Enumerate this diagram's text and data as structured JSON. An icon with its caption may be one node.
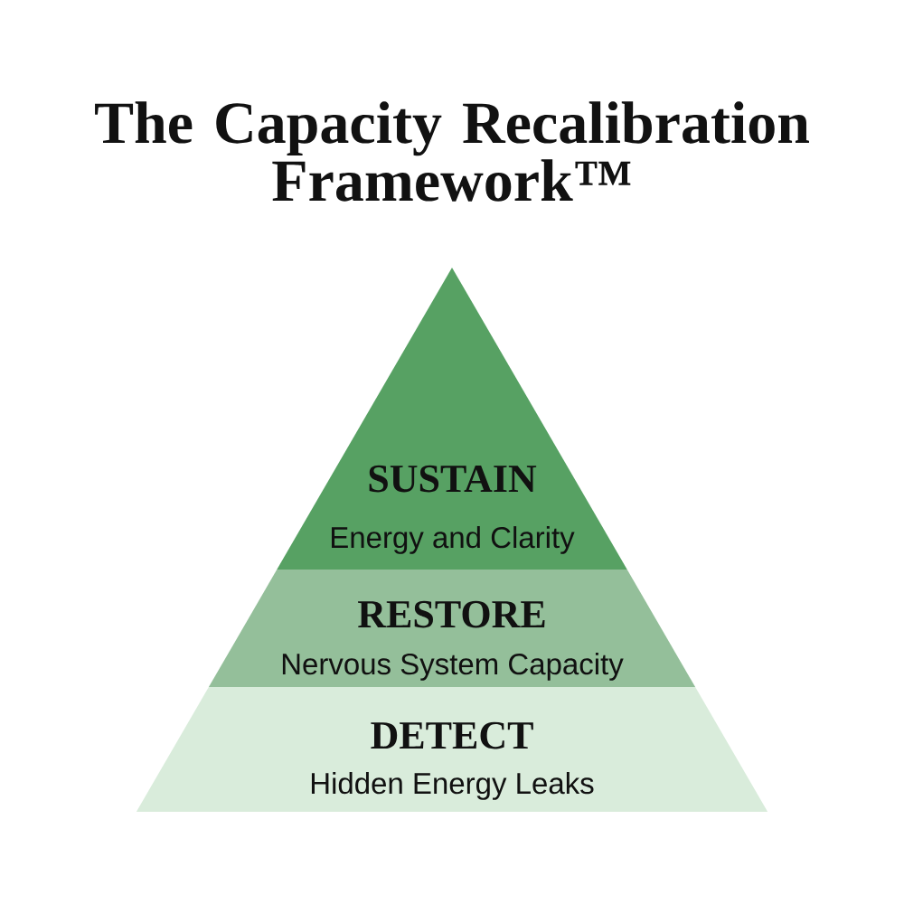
{
  "diagram": {
    "title": "The Capacity Recalibration Framework™",
    "nodes": [
      {
        "text": [
          "SUSTAIN",
          "Energy and Clarity"
        ]
      },
      {
        "text": [
          "RESTORE",
          "Nervous System Capacity"
        ]
      },
      {
        "text": [
          "DETECT",
          "Hidden Energy Leaks"
        ]
      }
    ]
  }
}
